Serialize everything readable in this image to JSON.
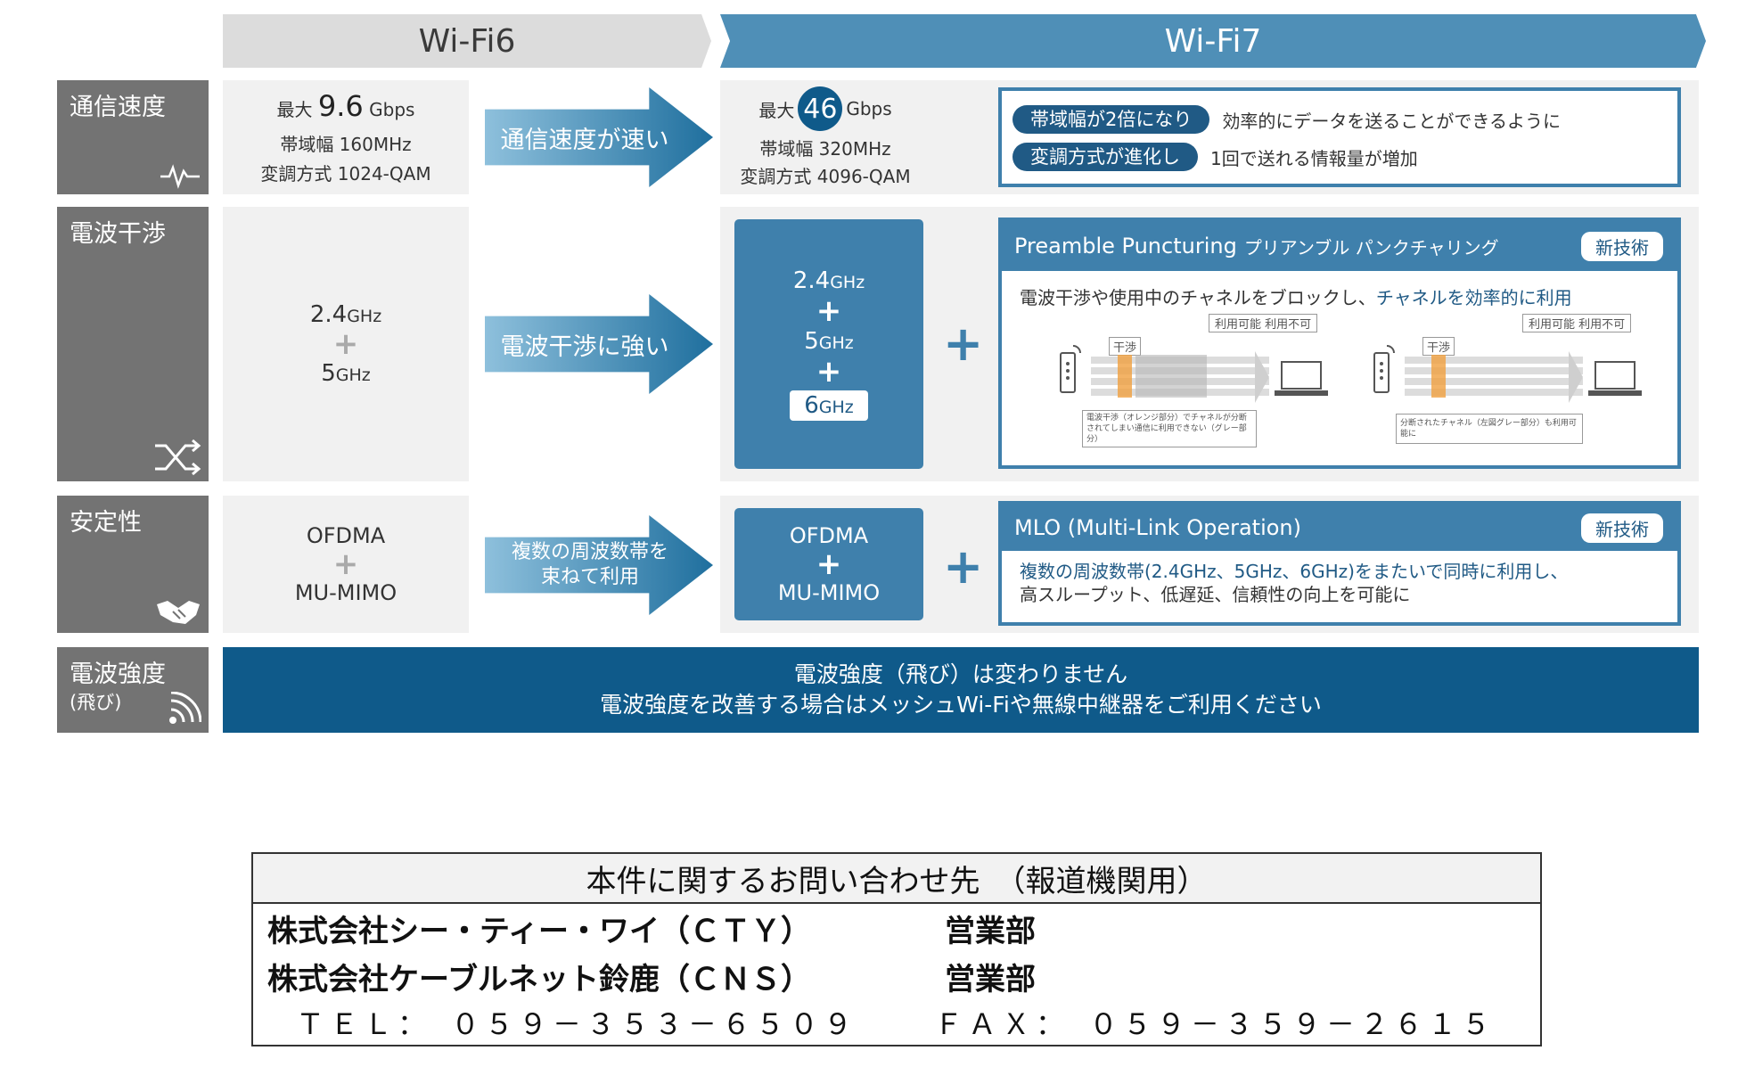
{
  "headers": {
    "wifi6": "Wi-Fi6",
    "wifi7": "Wi-Fi7"
  },
  "rows": {
    "speed": {
      "label": "通信速度"
    },
    "interference": {
      "label": "電波干渉"
    },
    "stability": {
      "label": "安定性"
    },
    "strength": {
      "label": "電波強度",
      "sub": "(飛び)"
    }
  },
  "speed": {
    "wifi6": {
      "max_prefix": "最大",
      "max_value": "9.6",
      "max_unit": "Gbps",
      "bandwidth": "帯域幅 160MHz",
      "modulation": "変調方式 1024-QAM"
    },
    "arrow": "通信速度が速い",
    "wifi7": {
      "max_prefix": "最大",
      "max_value": "46",
      "max_unit": "Gbps",
      "bandwidth": "帯域幅 320MHz",
      "modulation": "変調方式 4096-QAM"
    },
    "detail": [
      {
        "pill": "帯域幅が2倍になり",
        "text": "効率的にデータを送ることができるように"
      },
      {
        "pill": "変調方式が進化し",
        "text": "1回で送れる情報量が増加"
      }
    ]
  },
  "interference": {
    "wifi6": {
      "band1_num": "2.4",
      "band1_unit": "GHz",
      "plus": "+",
      "band2_num": "5",
      "band2_unit": "GHz"
    },
    "arrow": "電波干渉に強い",
    "wifi7": {
      "band1_num": "2.4",
      "band1_unit": "GHz",
      "band2_num": "5",
      "band2_unit": "GHz",
      "band3_num": "6",
      "band3_unit": "GHz",
      "plus": "+"
    },
    "join_plus": "+",
    "detail": {
      "title_en": "Preamble Puncturing",
      "title_ja": "プリアンブル パンクチャリング",
      "badge": "新技術",
      "desc_a": "電波干渉や使用中のチャネルをブロックし、",
      "desc_b": "チャネルを効率的に利用",
      "legend_ok": "利用可能",
      "legend_ng": "利用不可",
      "interf": "干渉",
      "caption_left": "電波干渉（オレンジ部分）でチャネルが分断されてしまい通信に利用できない（グレー部分）",
      "caption_right": "分断されたチャネル（左図グレー部分）も利用可能に"
    }
  },
  "stability": {
    "wifi6": {
      "line1": "OFDMA",
      "plus": "+",
      "line2": "MU-MIMO"
    },
    "arrow_line1": "複数の周波数帯を",
    "arrow_line2": "束ねて利用",
    "wifi7": {
      "line1": "OFDMA",
      "plus": "+",
      "line2": "MU-MIMO"
    },
    "join_plus": "+",
    "detail": {
      "title": "MLO (Multi-Link Operation)",
      "badge": "新技術",
      "line1": "複数の周波数帯(2.4GHz、5GHz、6GHz)をまたいで同時に利用し、",
      "line2": "高スループット、低遅延、信頼性の向上を可能に"
    }
  },
  "strength": {
    "line1": "電波強度（飛び）は変わりません",
    "line2": "電波強度を改善する場合はメッシュWi-Fiや無線中継器をご利用ください"
  },
  "contact": {
    "header": "本件に関するお問い合わせ先　（報道機関用）",
    "company1": "株式会社シー・ティー・ワイ（ＣＴＹ）",
    "dept1": "営業部",
    "company2": "株式会社ケーブルネット鈴鹿（ＣＮＳ）",
    "dept2": "営業部",
    "tel": "ＴＥＬ：　０５９－３５３－６５０９",
    "fax": "ＦＡＸ：　０５９－３５９－２６１５"
  },
  "icons": {
    "speed": "pulse-icon",
    "interference": "shuffle-icon",
    "stability": "handshake-icon",
    "strength": "signal-icon",
    "router": "router-icon",
    "laptop": "laptop-icon"
  },
  "colors": {
    "wifi7_blue": "#4f8fb7",
    "dark_blue": "#0f5a8a",
    "label_gray": "#737373",
    "orange_interference": "#f0a040"
  }
}
